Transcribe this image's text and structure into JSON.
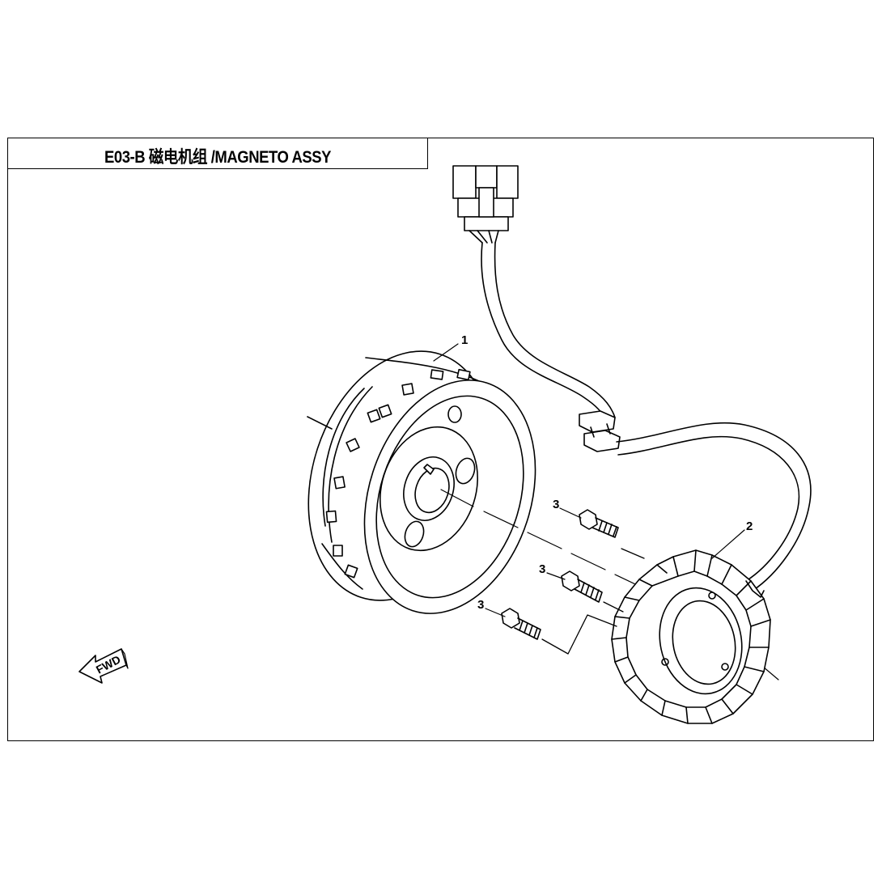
{
  "title": "E03-B 磁电机组 /MAGNETO ASSY",
  "callouts": [
    {
      "number": "1",
      "part": "flywheel-rotor"
    },
    {
      "number": "2",
      "part": "stator-coil"
    },
    {
      "number": "3",
      "part": "flange-bolt"
    },
    {
      "number": "3",
      "part": "flange-bolt"
    },
    {
      "number": "3",
      "part": "flange-bolt"
    }
  ],
  "fwd_label": "FWD",
  "line_color": "#000000",
  "paper_color": "#ffffff"
}
